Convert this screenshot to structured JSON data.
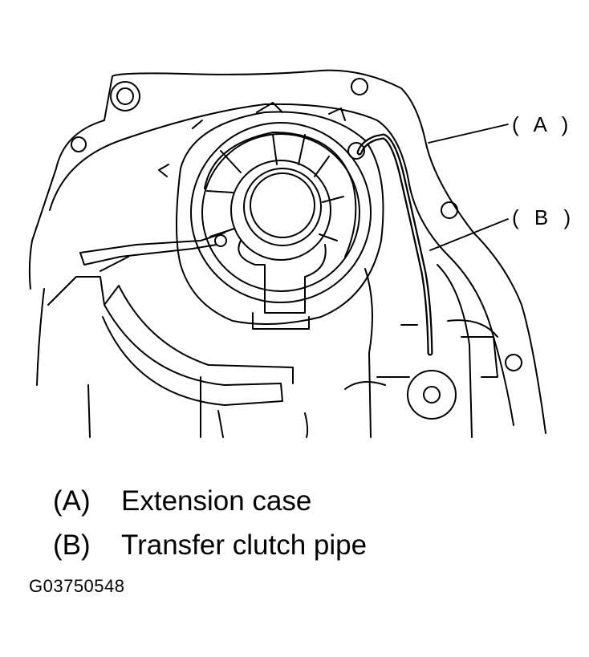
{
  "figure": {
    "callouts": [
      {
        "key": "A",
        "text": "( A )"
      },
      {
        "key": "B",
        "text": "( B )"
      }
    ],
    "legend": [
      {
        "key": "(A)",
        "label": "Extension case"
      },
      {
        "key": "(B)",
        "label": "Transfer clutch pipe"
      }
    ],
    "figure_code": "G03750548"
  }
}
